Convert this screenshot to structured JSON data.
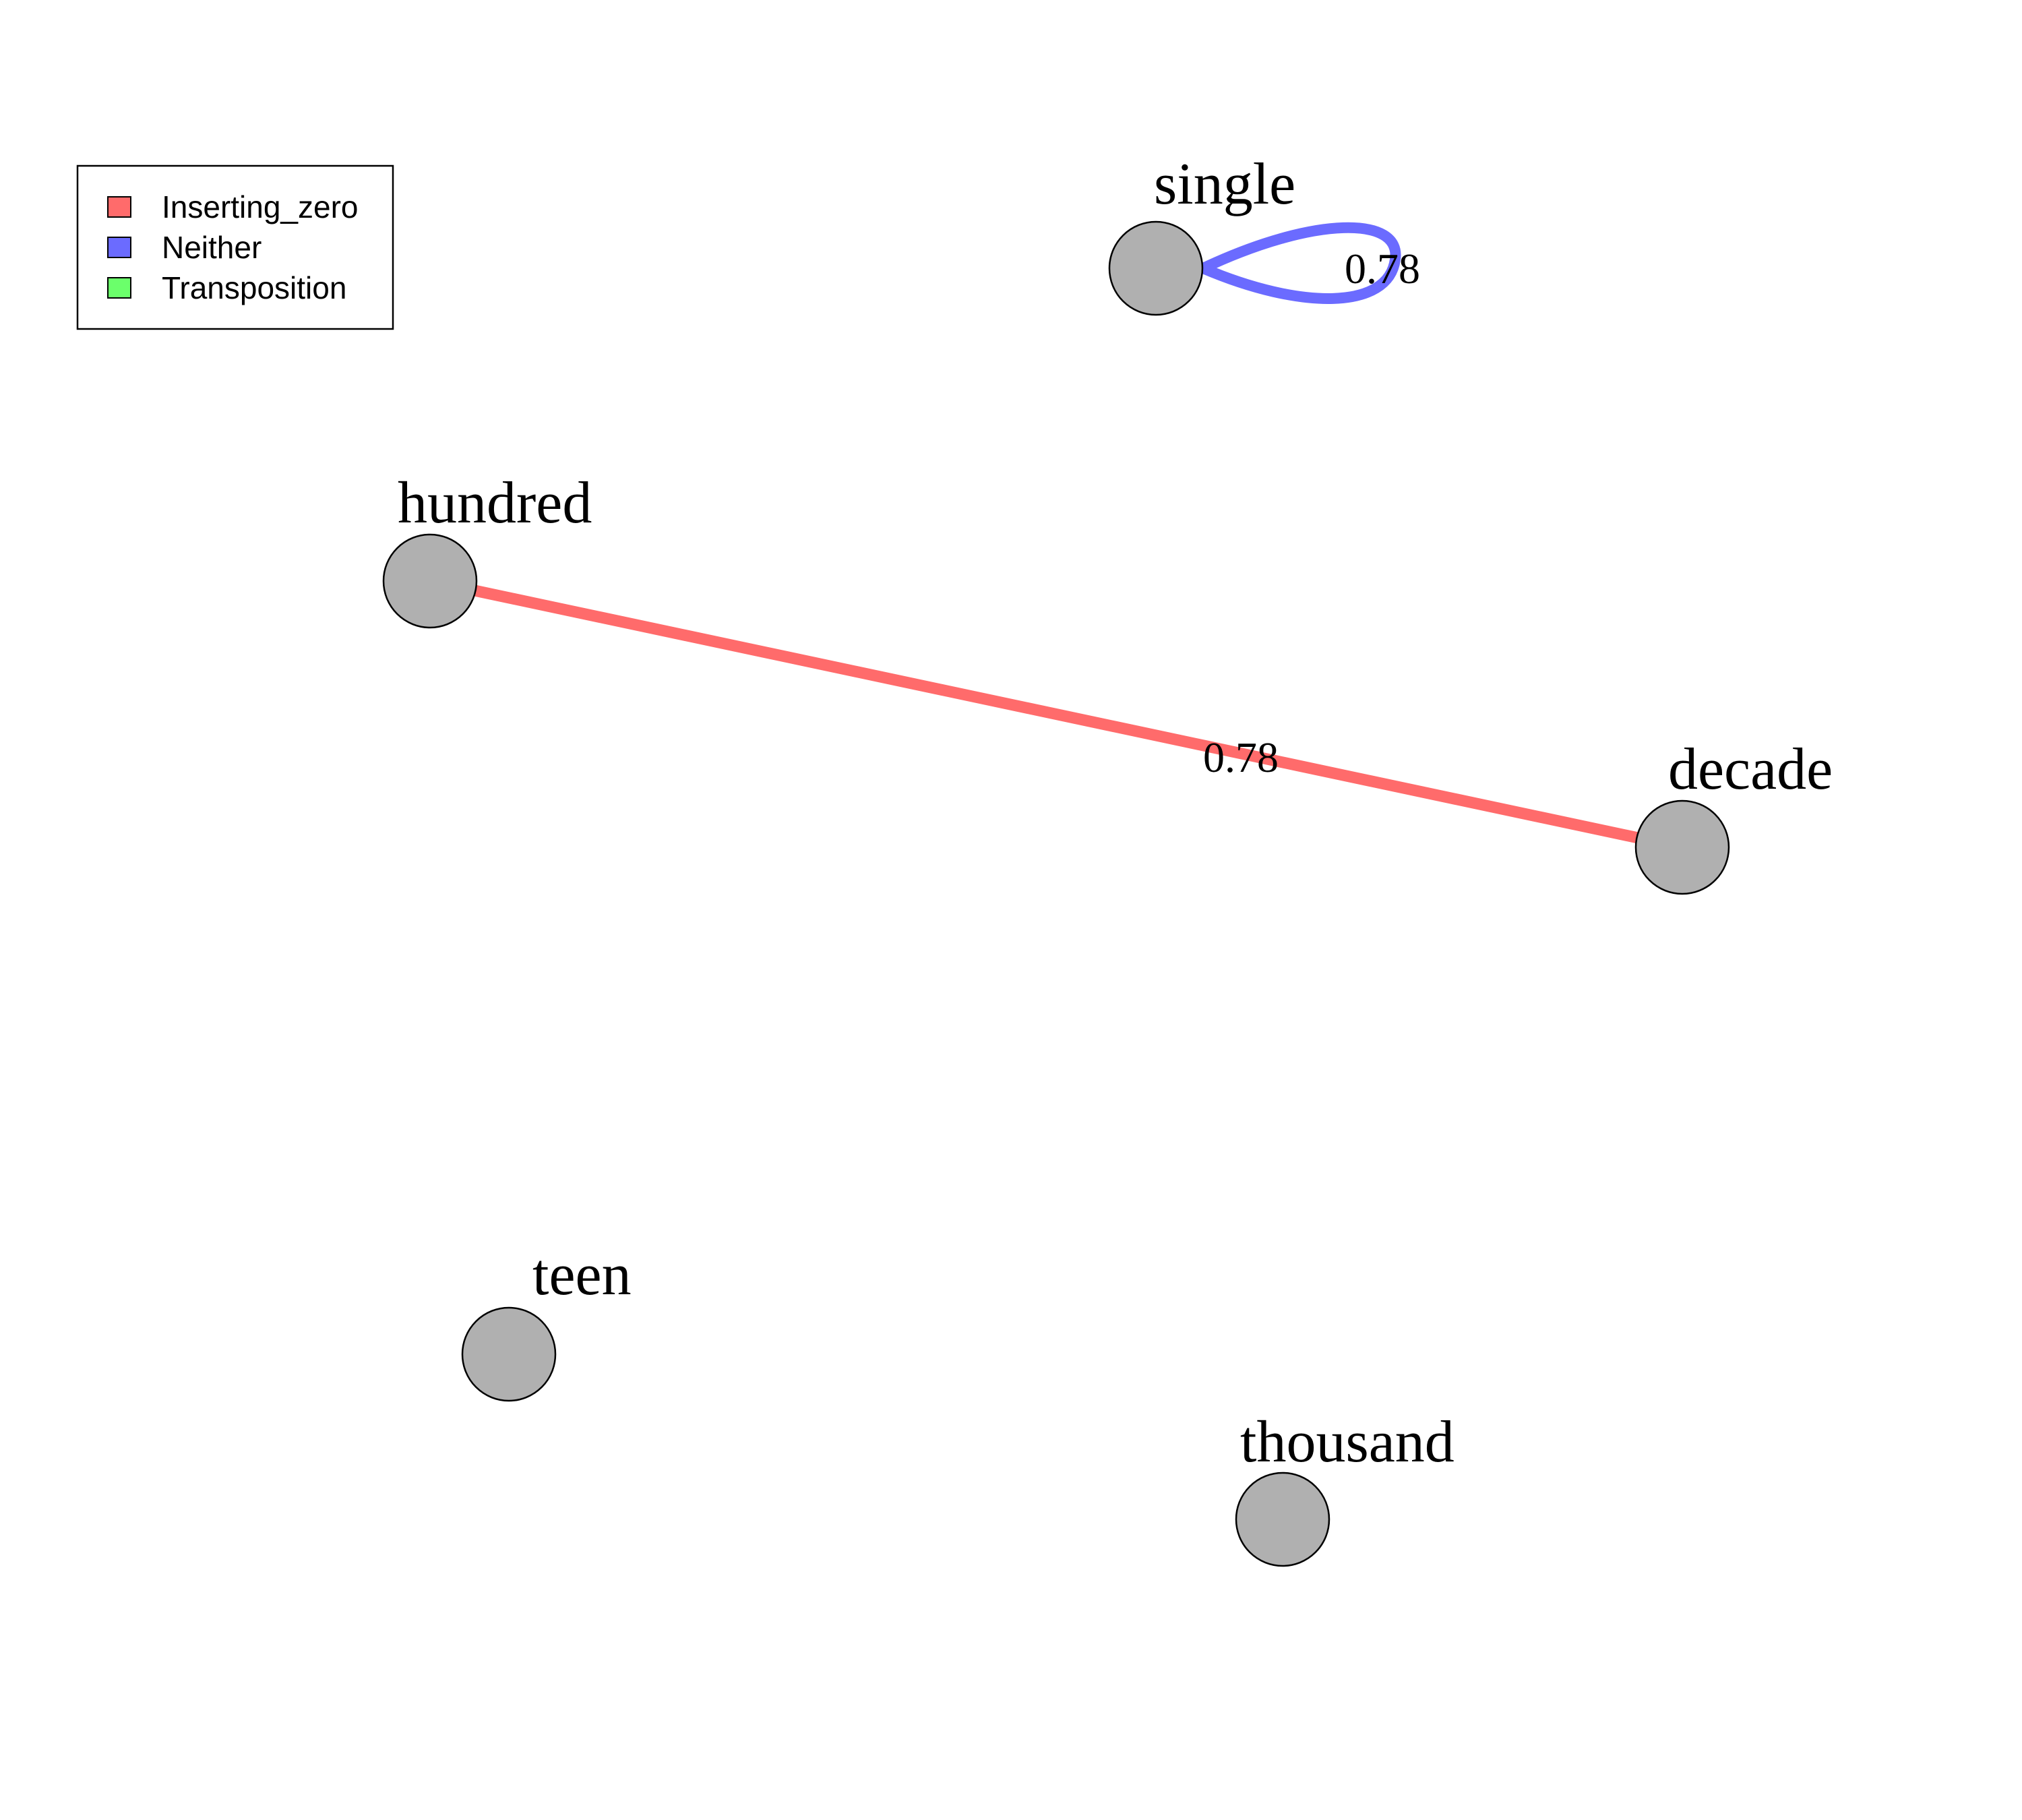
{
  "legend": {
    "items": [
      {
        "label": "Inserting_zero",
        "color": "#ff6b6b"
      },
      {
        "label": "Neither",
        "color": "#6b6bff"
      },
      {
        "label": "Transposition",
        "color": "#6bff6b"
      }
    ]
  },
  "nodes": [
    {
      "id": "single",
      "label": "single"
    },
    {
      "id": "hundred",
      "label": "hundred"
    },
    {
      "id": "decade",
      "label": "decade"
    },
    {
      "id": "teen",
      "label": "teen"
    },
    {
      "id": "thousand",
      "label": "thousand"
    }
  ],
  "edges": [
    {
      "id": "single-single",
      "source": "single",
      "target": "single",
      "type": "Neither",
      "weight_label": "0.78",
      "color": "#6b6bff"
    },
    {
      "id": "hundred-decade",
      "source": "hundred",
      "target": "decade",
      "type": "Inserting_zero",
      "weight_label": "0.78",
      "color": "#ff6b6b"
    }
  ]
}
